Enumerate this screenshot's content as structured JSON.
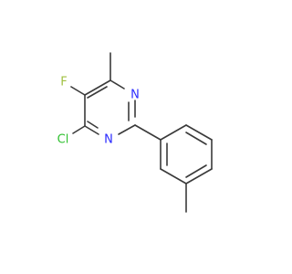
{
  "molecule": {
    "atoms": [
      {
        "id": "N1",
        "label": "N",
        "color": "#2b2bff"
      },
      {
        "id": "N3",
        "label": "N",
        "color": "#2b2bff"
      },
      {
        "id": "F",
        "label": "F",
        "color": "#a0c040"
      },
      {
        "id": "Cl",
        "label": "Cl",
        "color": "#30c030"
      }
    ],
    "bond_color": "#3a3a3a"
  }
}
